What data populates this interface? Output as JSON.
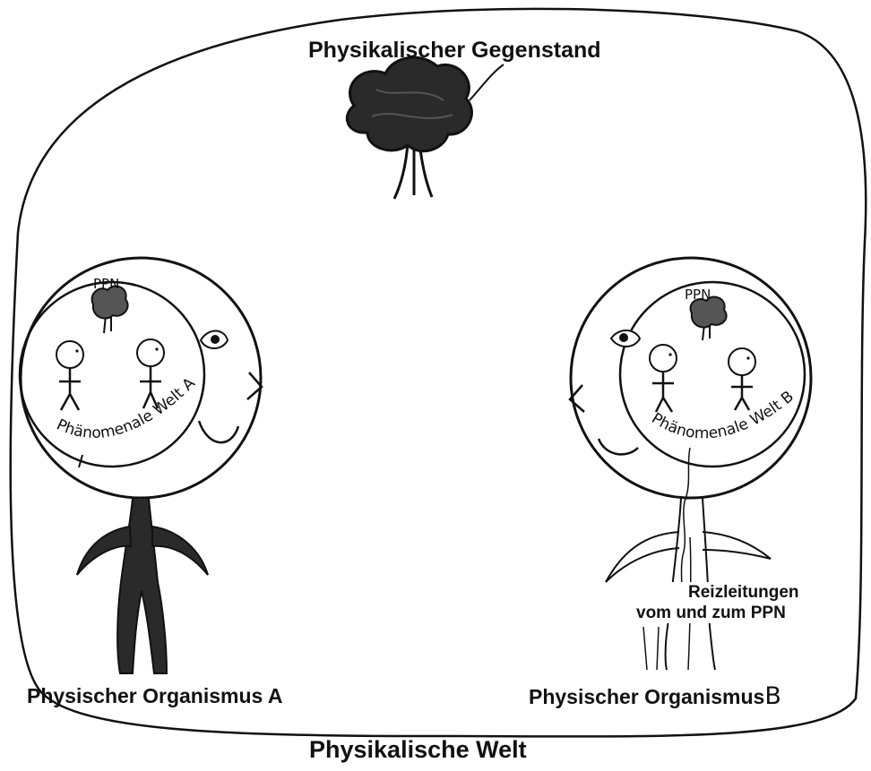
{
  "labels": {
    "object": "Physikalischer Gegenstand",
    "organism_a": "Physischer Organismus A",
    "organism_b": "Physischer Organismus",
    "organism_b_letter": "B",
    "world": "Physikalische Welt",
    "nerves_line1": "Reizleitungen",
    "nerves_line2": "vom und zum PPN"
  },
  "head_a": {
    "ppn": "PPN",
    "world_text": "Phänomenale Welt A"
  },
  "head_b": {
    "ppn": "PPN",
    "world_text": "Phänomenale Welt B"
  },
  "colors": {
    "ink": "#111111",
    "paper": "#ffffff"
  }
}
